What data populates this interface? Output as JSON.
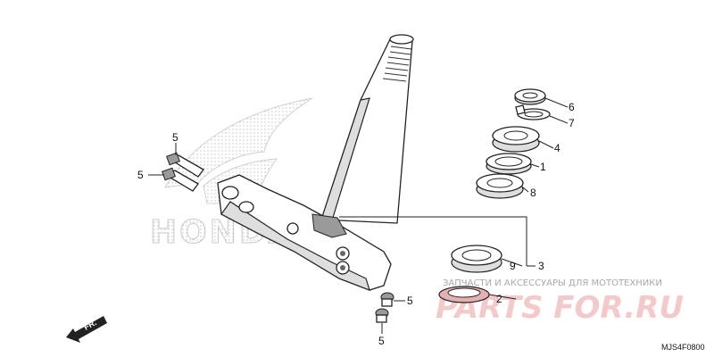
{
  "diagram": {
    "callouts": {
      "c6": "6",
      "c7": "7",
      "c4": "4",
      "c1": "1",
      "c8": "8",
      "c9": "9",
      "c3": "3",
      "c2": "2",
      "c5_bolt_top": "5",
      "c5_bolt_left": "5",
      "c5_bolt_lower": "5",
      "c5_bolt_bottom": "5"
    },
    "logo_text": "HONDA",
    "direction_label": "FR.",
    "diagram_code": "MJS4F0800"
  },
  "watermark": {
    "tagline": "ЗАПЧАСТИ И АКСЕССУАРЫ ДЛЯ МОТОТЕХНИКИ",
    "brand": "PARTS FOR.RU"
  }
}
